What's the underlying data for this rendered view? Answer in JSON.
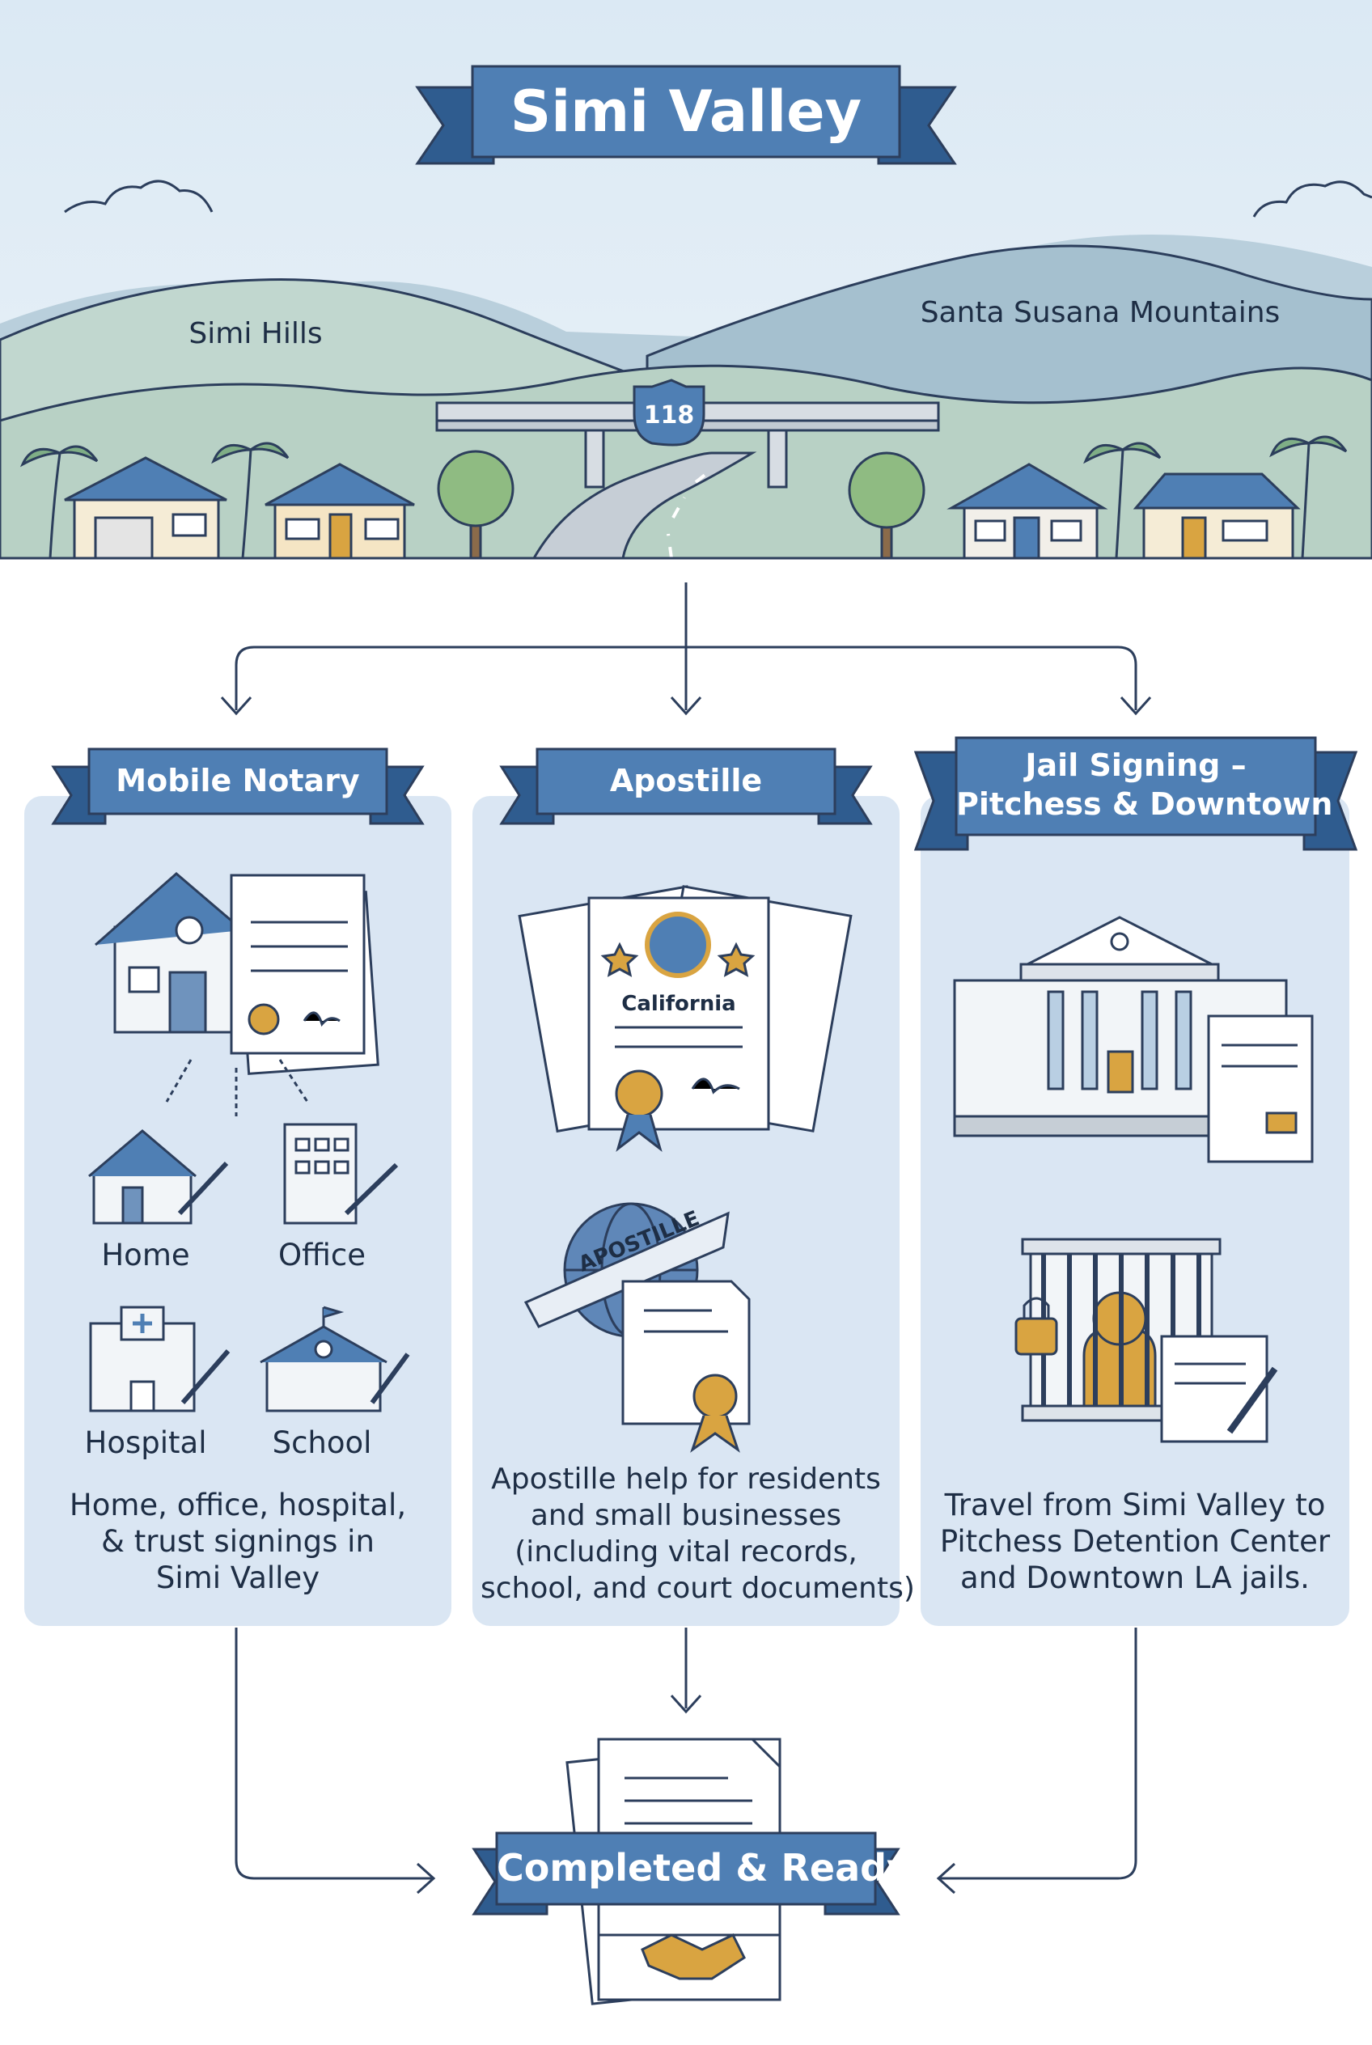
{
  "title": "Simi Valley",
  "scene": {
    "left_label": "Simi Hills",
    "right_label": "Santa Susana Mountains",
    "highway_shield": "118"
  },
  "services": [
    {
      "heading": "Mobile Notary",
      "locations": [
        "Home",
        "Office",
        "Hospital",
        "School"
      ],
      "description": [
        "Home, office, hospital,",
        "& trust signings in",
        "Simi Valley"
      ]
    },
    {
      "heading": "Apostille",
      "seal_label": "California",
      "ribbon_label": "APOSTILLE",
      "description": [
        "Apostille help for residents",
        "and small businesses",
        "(including vital records,",
        "school, and court documents)"
      ]
    },
    {
      "heading_lines": [
        "Jail Signing –",
        "Pitchess & Downtown"
      ],
      "description": [
        "Travel from Simi Valley to",
        "Pitchess Detention Center",
        "and Downtown LA jails."
      ]
    }
  ],
  "result": "Completed & Ready",
  "colors": {
    "banner": "#4f7fb4",
    "banner_dark": "#2f5c8f",
    "panel": "#dae6f3",
    "line": "#2c3e5c",
    "sky": "#e3eef7",
    "hills": "#a8c3cf",
    "gold": "#d9a441"
  }
}
